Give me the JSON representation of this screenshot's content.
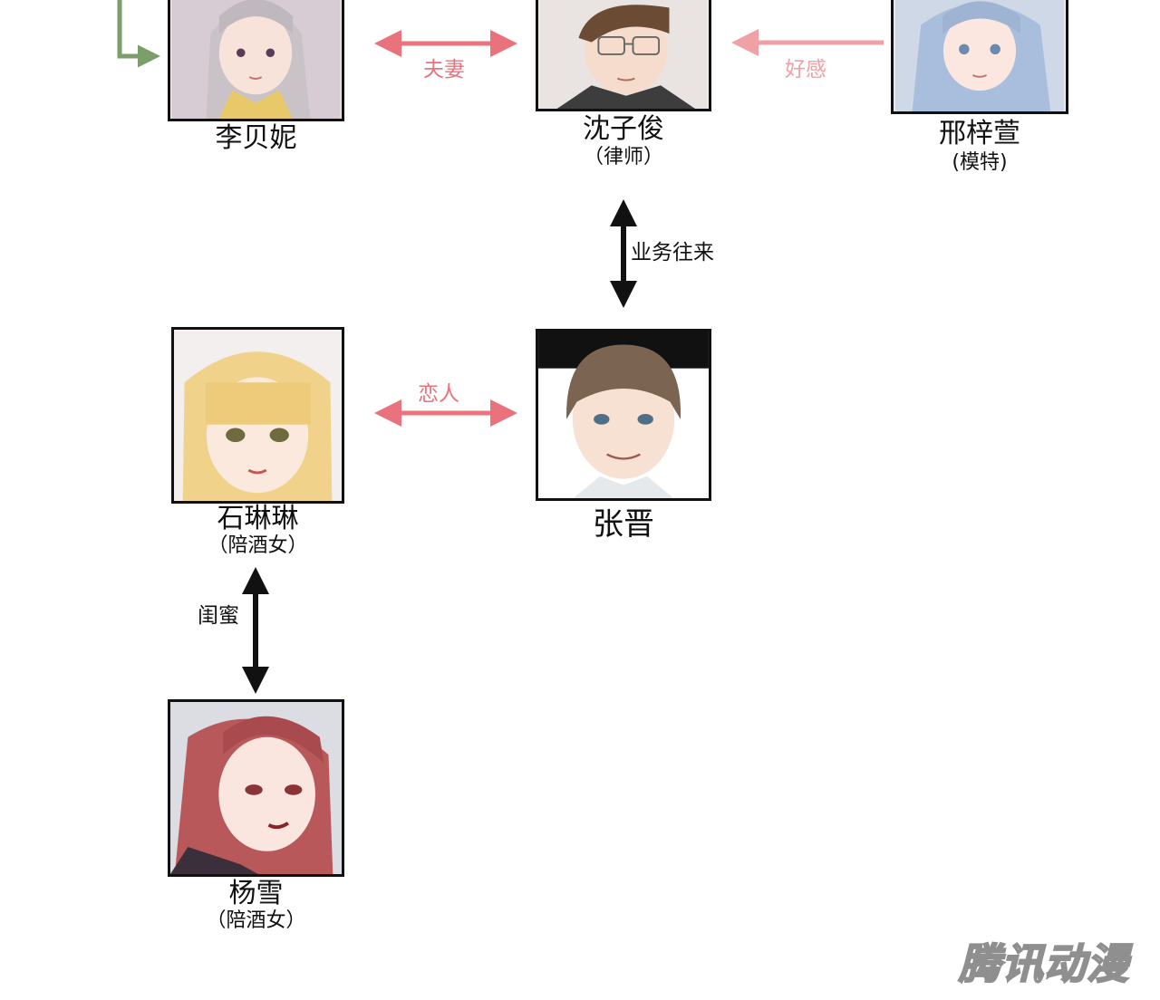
{
  "characters": {
    "li_beini": {
      "name": "李贝妮"
    },
    "shen_zijun": {
      "name": "沈子俊",
      "role": "（律师）"
    },
    "xing_zixuan": {
      "name": "邢梓萱",
      "role": "(模特)"
    },
    "zhang_jin": {
      "name": "张晋"
    },
    "shi_linlin": {
      "name": "石琳琳",
      "role": "（陪酒女）"
    },
    "yang_xue": {
      "name": "杨雪",
      "role": "（陪酒女）"
    }
  },
  "relations": {
    "spouse": "夫妻",
    "crush": "好感",
    "business": "业务往来",
    "lovers": "恋人",
    "best_friends": "闺蜜"
  },
  "colors": {
    "pink_arrow": "#e9727c",
    "light_pink_arrow": "#f0a0a6",
    "green_line": "#7c9e6a",
    "black_arrow": "#111111"
  },
  "watermark": "腾讯动漫"
}
